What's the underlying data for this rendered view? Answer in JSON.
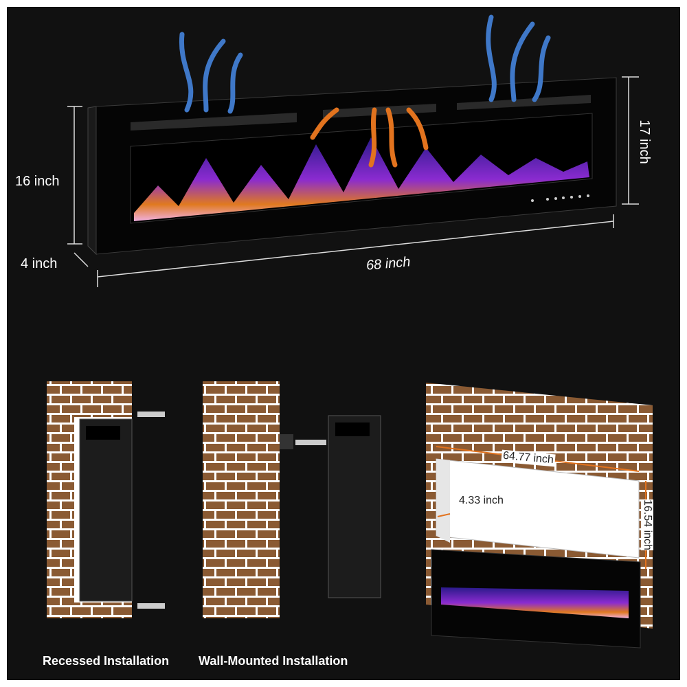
{
  "dimensions": {
    "height_front": "16 inch",
    "height_side": "17 inch",
    "depth": "4 inch",
    "width": "68 inch"
  },
  "recess_opening": {
    "width": "64.77 inch",
    "depth": "4.33 inch",
    "height": "16.54 inch"
  },
  "captions": {
    "recessed": "Recessed Installation",
    "wall_mounted": "Wall-Mounted Installation"
  },
  "colors": {
    "background": "#111111",
    "brick": "#8a5a33",
    "mortar": "#ffffff",
    "cool_air_arrow": "#3f78c8",
    "warm_air_arrow": "#e2731e",
    "dimension_arrow": "#e2731e"
  }
}
